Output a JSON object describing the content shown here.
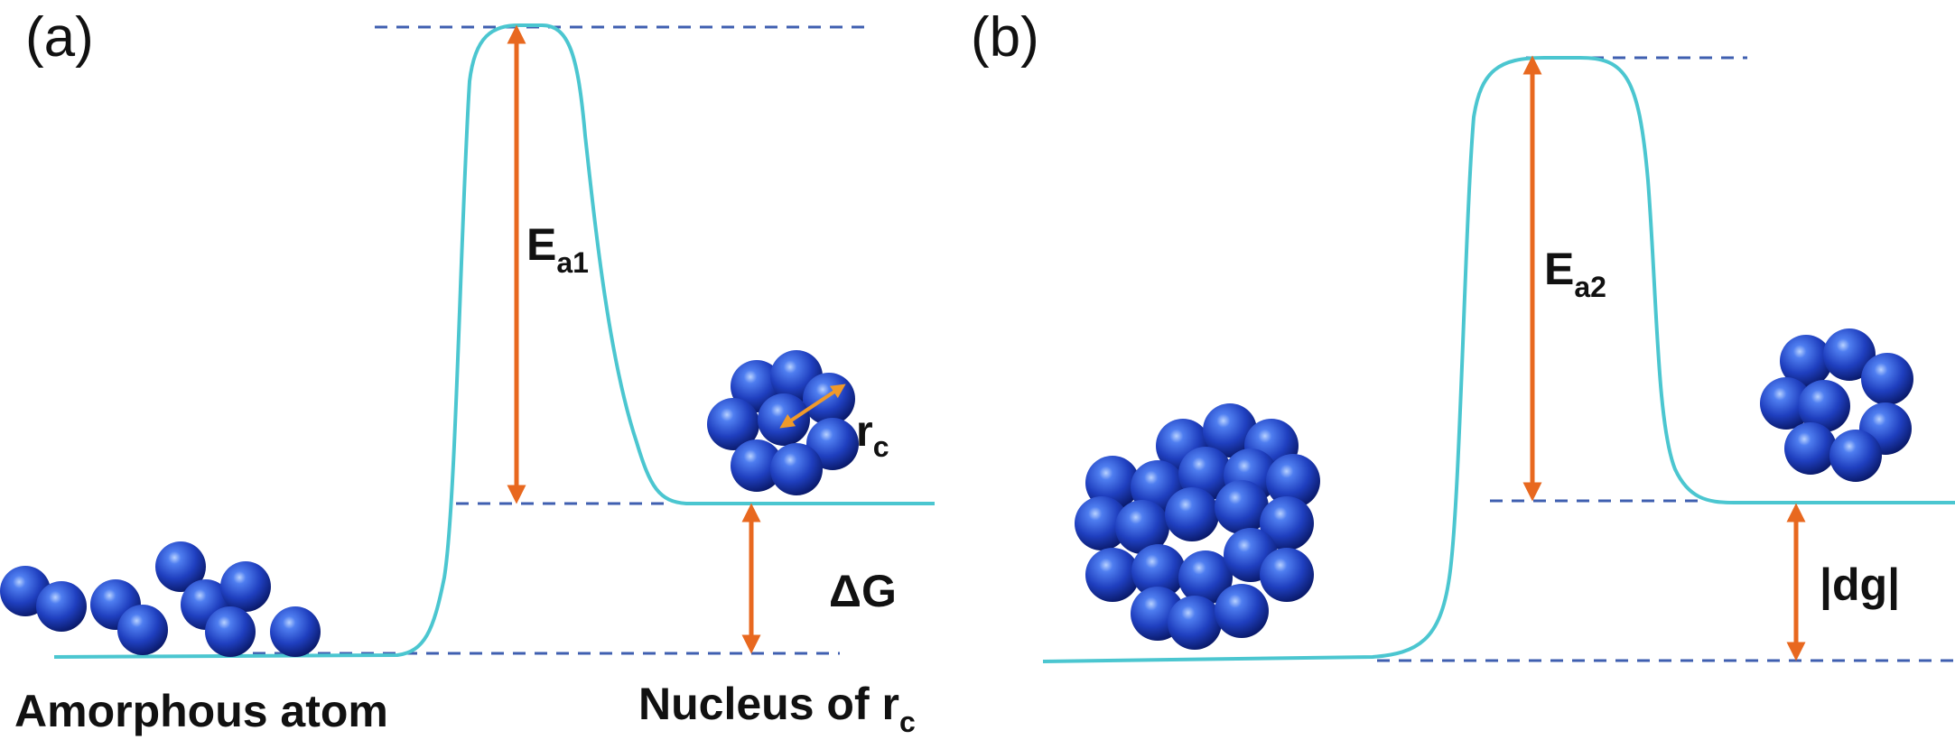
{
  "panels": {
    "a": {
      "label": "(a)",
      "barrier_label": {
        "main": "E",
        "sub": "a1"
      },
      "delta_label": "ΔG",
      "radius_label": {
        "main": "r",
        "sub": "c"
      },
      "bottom_left_text": "Amorphous atom",
      "bottom_right_text": {
        "main": "Nucleus of r",
        "sub": "c"
      }
    },
    "b": {
      "label": "(b)",
      "barrier_label": {
        "main": "E",
        "sub": "a2"
      },
      "delta_label": "|dg|"
    }
  },
  "colors": {
    "curve": "#4bc6d0",
    "arrow": "#e8681f",
    "dashed": "#3f5fb0",
    "atom_dark": "#0b1f7a",
    "atom_mid": "#2348c8",
    "atom_light": "#8fb4ff",
    "radius_arrow": "#f09a2a"
  }
}
